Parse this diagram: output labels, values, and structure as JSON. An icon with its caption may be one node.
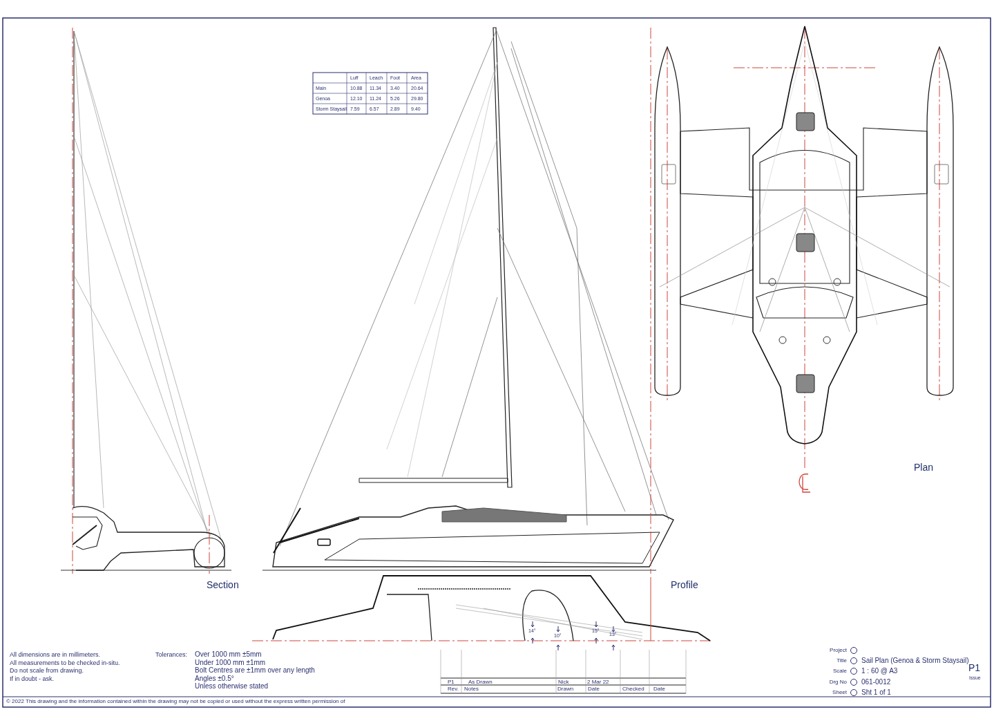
{
  "diagram": {
    "labels": [
      "Luff",
      "Leach",
      "Foot",
      "Area",
      "Main",
      "10.88",
      "11.34",
      "3.40",
      "20.64",
      "Genoa",
      "12.10",
      "11.24",
      "5.26",
      "29.80",
      "Storm Staysail",
      "7.59",
      "6.57",
      "2.89",
      "9.40",
      "Plan",
      "Section",
      "Profile",
      "14°",
      "10°",
      "15°",
      "13°",
      "All dimensions are in millimeters.",
      "All measurements to be checked in-situ.",
      "Do not scale from drawing.",
      "If in doubt - ask.",
      "Tolerances:",
      "Over 1000 mm ±5mm",
      "Under 1000 mm ±1mm",
      "Bolt Centres are ±1mm over any length",
      "Angles ±0.5°",
      "Unless otherwise stated",
      "P1",
      "As Drawn",
      "Nick",
      "2 Mar 22",
      "Rev.",
      "Notes",
      "Drawn",
      "Date",
      "Checked",
      "Date",
      "Project",
      "Title",
      "Sail Plan (Genoa & Storm Staysail)",
      "Scale",
      "1 : 60 @ A3",
      "Drg No",
      "061-0012",
      "Sheet",
      "Sht  1 of 1",
      "P1",
      "Issue",
      "© 2022 This drawing and the information contained within the drawing may not be copied or used without the express written permission of"
    ]
  }
}
